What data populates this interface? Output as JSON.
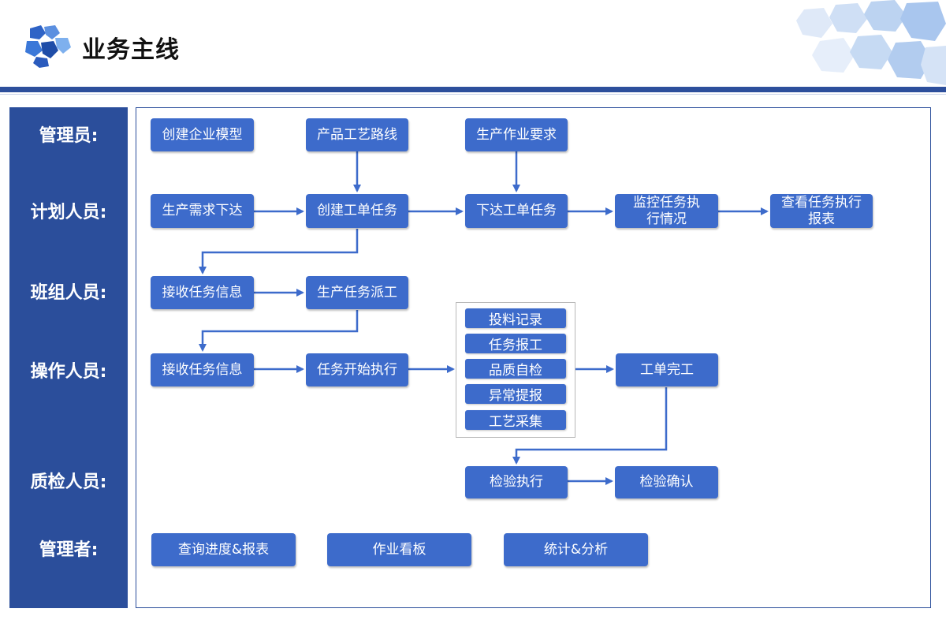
{
  "header": {
    "title": "业务主线"
  },
  "lanes": [
    "管理员:",
    "计划人员:",
    "班组人员:",
    "操作人员:",
    "质检人员:",
    "管理者:"
  ],
  "admin": {
    "enterprise_model": "创建企业模型",
    "process_route": "产品工艺路线",
    "production_requirement": "生产作业要求"
  },
  "planner": {
    "demand_release": "生产需求下达",
    "create_work_order": "创建工单任务",
    "issue_work_order": "下达工单任务",
    "monitor_task": "监控任务执行情况",
    "view_report": "查看任务执行报表"
  },
  "team": {
    "receive_task": "接收任务信息",
    "dispatch_task": "生产任务派工"
  },
  "operator": {
    "receive_task": "接收任务信息",
    "start_task": "任务开始执行",
    "work_order_complete": "工单完工"
  },
  "operator_steps": [
    "投料记录",
    "任务报工",
    "品质自检",
    "异常提报",
    "工艺采集"
  ],
  "quality": {
    "inspect": "检验执行",
    "confirm": "检验确认"
  },
  "manager": {
    "progress_report": "查询进度&报表",
    "kanban": "作业看板",
    "statistics": "统计&分析"
  },
  "colors": {
    "lane_bg": "#2b4e9b",
    "box": "#3d6bcb",
    "arrow": "#3d6bcb"
  }
}
